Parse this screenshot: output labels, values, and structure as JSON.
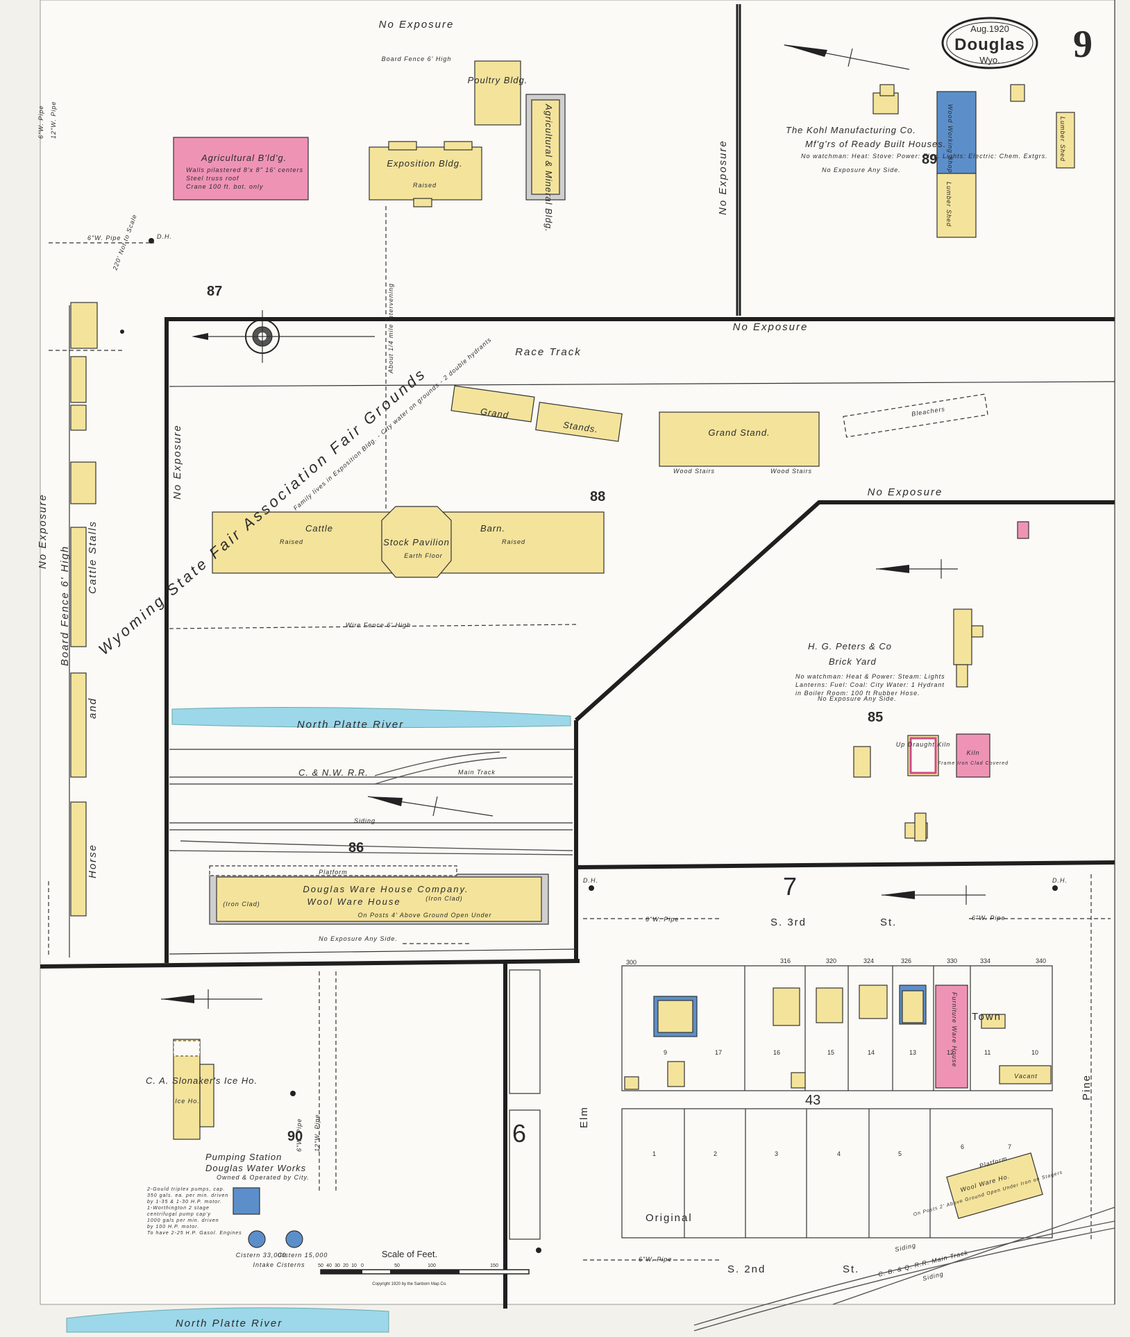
{
  "title_box": {
    "date": "Aug.1920",
    "city": "Douglas",
    "state": "Wyo."
  },
  "sheet_number": "9",
  "block_numbers": [
    "87",
    "88",
    "89",
    "85",
    "86",
    "90",
    "7",
    "6",
    "43"
  ],
  "fair": {
    "name": "Wyoming State Fair Association Fair Grounds",
    "water_note": "Family lives in Exposition Bldg. - City water on grounds - 2 double hydrants",
    "distance_note": "About 1/4 mile intervening",
    "buildings": {
      "agricultural": "Agricultural B'ld'g.",
      "agricultural_note1": "Walls pilastered 8'x 8\" 16' centers",
      "agricultural_note2": "Steel truss roof",
      "agricultural_note3": "Crane 100 ft. bot. only",
      "exposition": "Exposition Bldg.",
      "poultry": "Poultry Bldg.",
      "mineral": "Agricultural & Mineral Bldg.",
      "cattle": "Cattle",
      "barn": "Barn.",
      "stock_pavilion": "Stock Pavilion",
      "earth_floor": "Earth Floor",
      "raised": "Raised",
      "grand_1": "Grand",
      "grand_2": "Stands.",
      "grand_stand": "Grand Stand.",
      "bleachers": "Bleachers",
      "wood_stairs": "Wood Stairs"
    }
  },
  "labels": {
    "no_exposure": "No Exposure",
    "board_fence": "Board Fence 6' High",
    "race_track": "Race Track",
    "wire_fence": "Wire Fence 6' High",
    "no_exposure_any_side": "No Exposure Any Side.",
    "horse": "Horse",
    "cattle_stalls": "Cattle Stalls",
    "and": "and",
    "not_to_scale": "220' Not to Scale",
    "gw_pipe": "6\"W. Pipe",
    "gw_pipe12": "12\"W. Pipe",
    "dh": "D.H."
  },
  "river": {
    "name": "North Platte River"
  },
  "railroad": {
    "cnw": "C. & N.W. R.R.",
    "main_track": "Main Track",
    "siding": "Siding",
    "cbq": "C. B. & Q. R.R. Main Track"
  },
  "kohl": {
    "name": "The Kohl Manufacturing Co.",
    "subtitle": "Mf'g'rs of Ready Built Houses.",
    "notes": "No watchman: Heat: Stove: Power: Elec. Lights: Electric: Chem. Extgrs.",
    "no_exposure": "No Exposure Any Side.",
    "wood_working": "Wood Working Shop",
    "lumber_shed": "Lumber Shed"
  },
  "peters": {
    "name": "H. G. Peters & Co",
    "subtitle": "Brick Yard",
    "notes1": "No watchman: Heat & Power: Steam: Lights",
    "notes2": "Lanterns: Fuel: Coal: City Water: 1 Hydrant",
    "notes3": "in Boiler Room: 100 ft Rubber Hose.",
    "no_exposure": "No Exposure Any Side.",
    "up_draught_kiln": "Up Draught Kiln",
    "kiln": "Kiln",
    "kiln_note": "Frame Iron Clad Covered"
  },
  "warehouse": {
    "name": "Douglas Ware House Company.",
    "sub": "Wool Ware House",
    "platform": "Platform",
    "iron_clad": "(Iron Clad)",
    "posts": "On Posts 4' Above Ground Open Under",
    "no_exposure": "No Exposure Any Side."
  },
  "ice": {
    "name": "C. A. Slonaker's Ice Ho.",
    "ice_ho": "Ice Ho."
  },
  "pumping": {
    "title": "Pumping Station",
    "subtitle": "Douglas Water Works",
    "owned": "Owned & Operated by City.",
    "note1": "2-Gould triplex pumps, cap.",
    "note2": "350 gals. ea. per min. driven",
    "note3": "by 1-35 & 1-30 H.P. motor.",
    "note4": "1-Worthington 2 stage",
    "note5": "centrifugal pump cap'y",
    "note6": "1000 gals per min. driven",
    "note7": "by 100 H.P. motor.",
    "note8": "To have 2-25 H.P. Gasol. Engines",
    "cistern1": "Cistern 33,000",
    "cistern2": "Cistern 15,000",
    "intake": "Intake Cisterns"
  },
  "streets": {
    "s3rd": "S. 3rd",
    "st": "St.",
    "s2nd": "S. 2nd",
    "st2": "St.",
    "elm": "Elm",
    "pine": "Pine"
  },
  "town": {
    "original": "Original",
    "town": "Town",
    "lots_top": [
      "9",
      "17",
      "16",
      "15",
      "14",
      "13",
      "12",
      "11",
      "10"
    ],
    "lots_bottom": [
      "1",
      "2",
      "3",
      "4",
      "5",
      "6",
      "7"
    ],
    "addresses": [
      "300",
      "316",
      "320",
      "324",
      "326",
      "330",
      "334",
      "340"
    ],
    "furniture": "Furniture Ware House",
    "vacant": "Vacant",
    "wool_warehouse": "Wool Ware Ho.",
    "wool_note": "On Posts 2' Above Ground Open Under Iron on Stagers",
    "platform": "Platform"
  },
  "scale": {
    "title": "Scale of Feet.",
    "ticks": [
      "50",
      "40",
      "30",
      "20",
      "10",
      "0",
      "50",
      "100",
      "150"
    ]
  },
  "copyright": "Copyright 1920 by the Sanborn Map Co."
}
